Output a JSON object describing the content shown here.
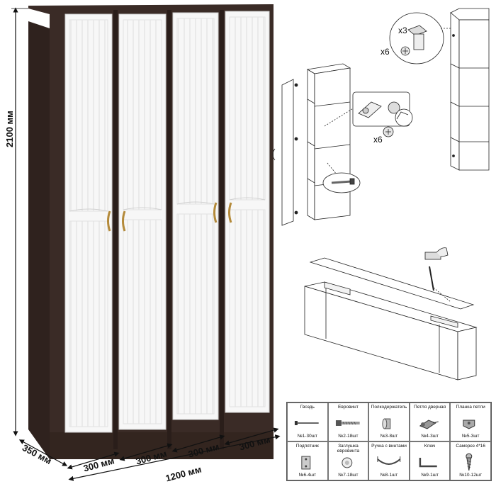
{
  "dimensions": {
    "height": "2100 мм",
    "depth": "350 мм",
    "section_1": "300 мм",
    "section_2": "300 мм",
    "section_3": "300 мм",
    "section_4": "300 мм",
    "total_width": "1200 мм"
  },
  "assembly": {
    "hinge_count_top": "x3",
    "screw_count_top": "x6",
    "screw_count_mid": "x6"
  },
  "colors": {
    "body": "#3a2b26",
    "door": "#f7f7f7",
    "handle": "#b48a3a"
  },
  "parts": [
    {
      "name": "Гвоздь",
      "qty": "№1-30шт",
      "icon": "nail-icon"
    },
    {
      "name": "Евровинт",
      "qty": "№2-18шт",
      "icon": "euro-screw-icon"
    },
    {
      "name": "Полкодержатель",
      "qty": "№3-8шт",
      "icon": "shelf-support-icon"
    },
    {
      "name": "Петля дверная",
      "qty": "№4-3шт",
      "icon": "door-hinge-icon"
    },
    {
      "name": "Планка петли",
      "qty": "№5-3шт",
      "icon": "hinge-plate-icon"
    },
    {
      "name": "Подпятник",
      "qty": "№6-4шт",
      "icon": "foot-pad-icon"
    },
    {
      "name": "Заглушка евровинта",
      "qty": "№7-18шт",
      "icon": "screw-cap-icon"
    },
    {
      "name": "Ручка с винтами",
      "qty": "№8-1шт",
      "icon": "handle-icon"
    },
    {
      "name": "Ключ",
      "qty": "№9-1шт",
      "icon": "hex-key-icon"
    },
    {
      "name": "Саморез 4*16",
      "qty": "№10-12шт",
      "icon": "wood-screw-icon"
    }
  ]
}
